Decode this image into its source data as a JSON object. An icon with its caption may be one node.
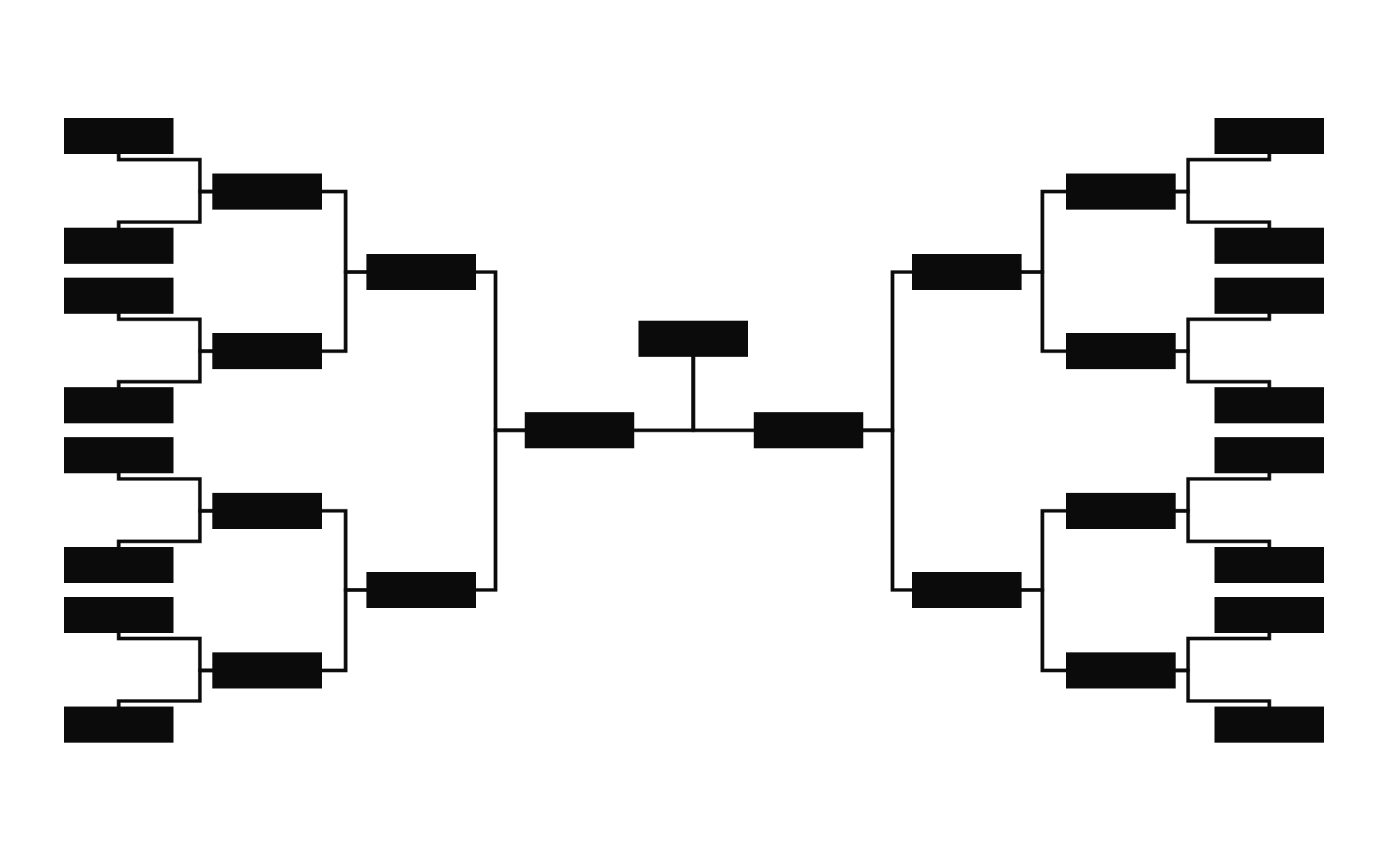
{
  "diagram": {
    "nodes": [
      {
        "text": [],
        "shape": "box"
      },
      {
        "text": [],
        "shape": "box"
      },
      {
        "text": [],
        "shape": "box"
      },
      {
        "text": [],
        "shape": "box"
      },
      {
        "text": [],
        "shape": "box"
      },
      {
        "text": [],
        "shape": "box"
      },
      {
        "text": [],
        "shape": "box"
      },
      {
        "text": [],
        "shape": "box"
      },
      {
        "text": [],
        "shape": "box"
      },
      {
        "text": [],
        "shape": "box"
      },
      {
        "text": [],
        "shape": "box"
      },
      {
        "text": [],
        "shape": "box"
      },
      {
        "text": [],
        "shape": "box"
      },
      {
        "text": [],
        "shape": "box"
      },
      {
        "text": [],
        "shape": "box"
      },
      {
        "text": [],
        "shape": "box"
      },
      {
        "text": [],
        "shape": "box"
      },
      {
        "text": [],
        "shape": "box"
      },
      {
        "text": [],
        "shape": "box"
      },
      {
        "text": [],
        "shape": "box"
      },
      {
        "text": [],
        "shape": "box"
      },
      {
        "text": [],
        "shape": "box"
      },
      {
        "text": [],
        "shape": "box"
      },
      {
        "text": [],
        "shape": "box"
      },
      {
        "text": [],
        "shape": "box"
      },
      {
        "text": [],
        "shape": "box"
      },
      {
        "text": [],
        "shape": "box"
      },
      {
        "text": [],
        "shape": "box"
      },
      {
        "text": [],
        "shape": "box"
      },
      {
        "text": [],
        "shape": "box"
      },
      {
        "text": [],
        "shape": "box"
      }
    ],
    "edges": [
      {
        "from": 0,
        "to": 8,
        "arrow": "none"
      },
      {
        "from": 1,
        "to": 8,
        "arrow": "none"
      },
      {
        "from": 2,
        "to": 9,
        "arrow": "none"
      },
      {
        "from": 3,
        "to": 9,
        "arrow": "none"
      },
      {
        "from": 4,
        "to": 10,
        "arrow": "none"
      },
      {
        "from": 5,
        "to": 10,
        "arrow": "none"
      },
      {
        "from": 6,
        "to": 11,
        "arrow": "none"
      },
      {
        "from": 7,
        "to": 11,
        "arrow": "none"
      },
      {
        "from": 8,
        "to": 12,
        "arrow": "none"
      },
      {
        "from": 9,
        "to": 12,
        "arrow": "none"
      },
      {
        "from": 10,
        "to": 13,
        "arrow": "none"
      },
      {
        "from": 11,
        "to": 13,
        "arrow": "none"
      },
      {
        "from": 12,
        "to": 14,
        "arrow": "none"
      },
      {
        "from": 13,
        "to": 14,
        "arrow": "none"
      },
      {
        "from": 14,
        "to": 15,
        "arrow": "none"
      },
      {
        "from": 16,
        "to": 15,
        "arrow": "none"
      },
      {
        "from": 17,
        "to": 16,
        "arrow": "none"
      },
      {
        "from": 18,
        "to": 16,
        "arrow": "none"
      },
      {
        "from": 19,
        "to": 17,
        "arrow": "none"
      },
      {
        "from": 20,
        "to": 17,
        "arrow": "none"
      },
      {
        "from": 21,
        "to": 18,
        "arrow": "none"
      },
      {
        "from": 22,
        "to": 18,
        "arrow": "none"
      },
      {
        "from": 23,
        "to": 19,
        "arrow": "none"
      },
      {
        "from": 24,
        "to": 19,
        "arrow": "none"
      },
      {
        "from": 25,
        "to": 20,
        "arrow": "none"
      },
      {
        "from": 26,
        "to": 20,
        "arrow": "none"
      },
      {
        "from": 27,
        "to": 21,
        "arrow": "none"
      },
      {
        "from": 28,
        "to": 21,
        "arrow": "none"
      },
      {
        "from": 29,
        "to": 22,
        "arrow": "none"
      },
      {
        "from": 30,
        "to": 22,
        "arrow": "none"
      }
    ]
  }
}
